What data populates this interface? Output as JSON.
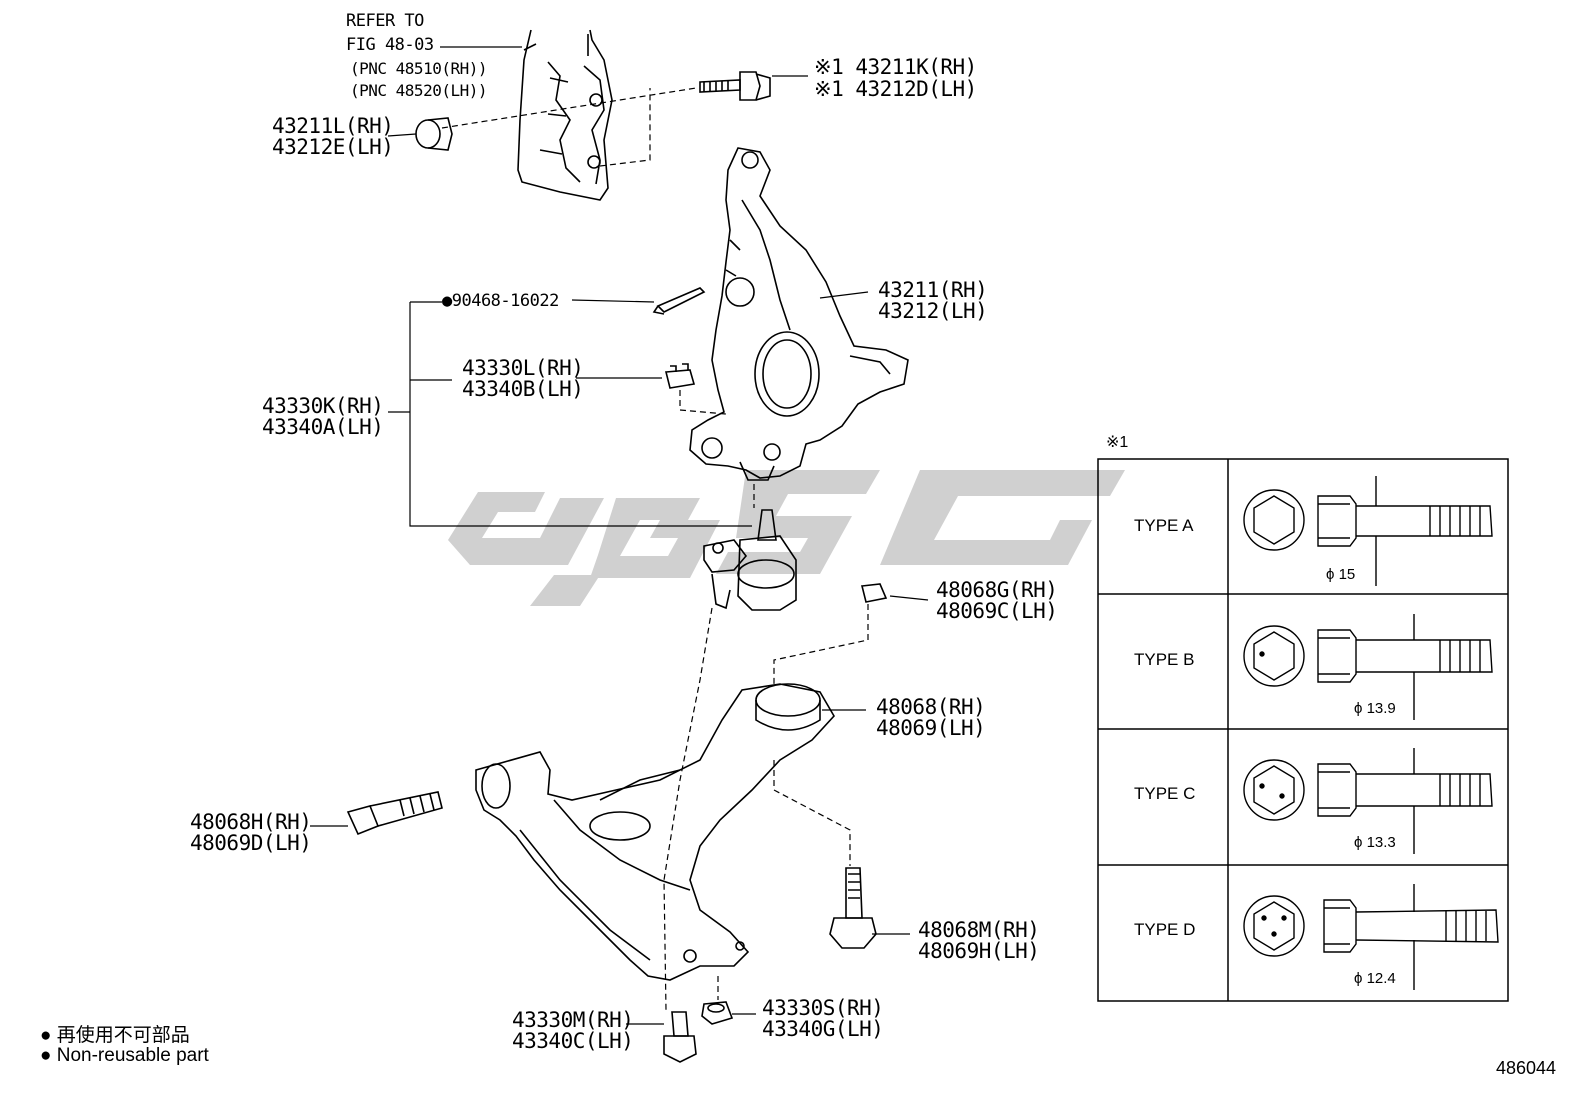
{
  "refer": {
    "line1": "REFER TO",
    "line2": "FIG 48-03",
    "line3": "(PNC 48510(RH))",
    "line4": "(PNC 48520(LH))"
  },
  "callouts": {
    "bolt_top_rh": "※1 43211K(RH)",
    "bolt_top_lh": "※1 43212D(LH)",
    "bush_rh": "43211L(RH)",
    "bush_lh": "43212E(LH)",
    "cotter_pin": "●90468-16022",
    "knuckle_rh": "43211(RH)",
    "knuckle_lh": "43212(LH)",
    "nut_top_rh": "43330L(RH)",
    "nut_top_lh": "43340B(LH)",
    "balljoint_rh": "43330K(RH)",
    "balljoint_lh": "43340A(LH)",
    "nut_arm_rh": "48068G(RH)",
    "nut_arm_lh": "48069C(LH)",
    "arm_rh": "48068(RH)",
    "arm_lh": "48069(LH)",
    "bolt_front_rh": "48068H(RH)",
    "bolt_front_lh": "48069D(LH)",
    "bolt_rear_rh": "48068M(RH)",
    "bolt_rear_lh": "48069H(LH)",
    "bolt_bottom_rh": "43330M(RH)",
    "bolt_bottom_lh": "43340C(LH)",
    "nut_bottom_rh": "43330S(RH)",
    "nut_bottom_lh": "43340G(LH)"
  },
  "note_mark": "※1",
  "types": [
    {
      "label": "TYPE A",
      "diameter": "ϕ 15"
    },
    {
      "label": "TYPE B",
      "diameter": "ϕ 13.9"
    },
    {
      "label": "TYPE C",
      "diameter": "ϕ 13.3"
    },
    {
      "label": "TYPE D",
      "diameter": "ϕ 12.4"
    }
  ],
  "legend": {
    "jp": "● 再使用不可部品",
    "en": "● Non-reusable part"
  },
  "figure_number": "486044",
  "colors": {
    "ink": "#000000",
    "watermark": "#c8c8c8"
  }
}
